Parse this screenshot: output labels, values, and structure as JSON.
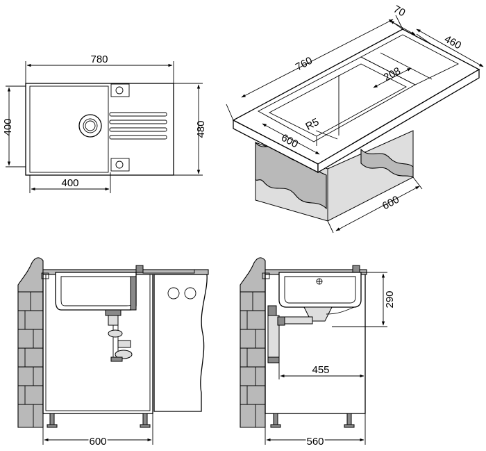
{
  "top_view": {
    "width": "780",
    "height_overall": "480",
    "height_bowl": "400",
    "bowl_width": "400"
  },
  "iso_view": {
    "depth": "70",
    "length": "760",
    "width": "460",
    "drainer": "208",
    "radius": "R5",
    "bowl": "600",
    "cabinet": "600"
  },
  "front_view": {
    "cabinet_width": "600"
  },
  "side_view": {
    "bowl_depth": "290",
    "outlet_depth": "455",
    "cabinet_depth": "560"
  }
}
